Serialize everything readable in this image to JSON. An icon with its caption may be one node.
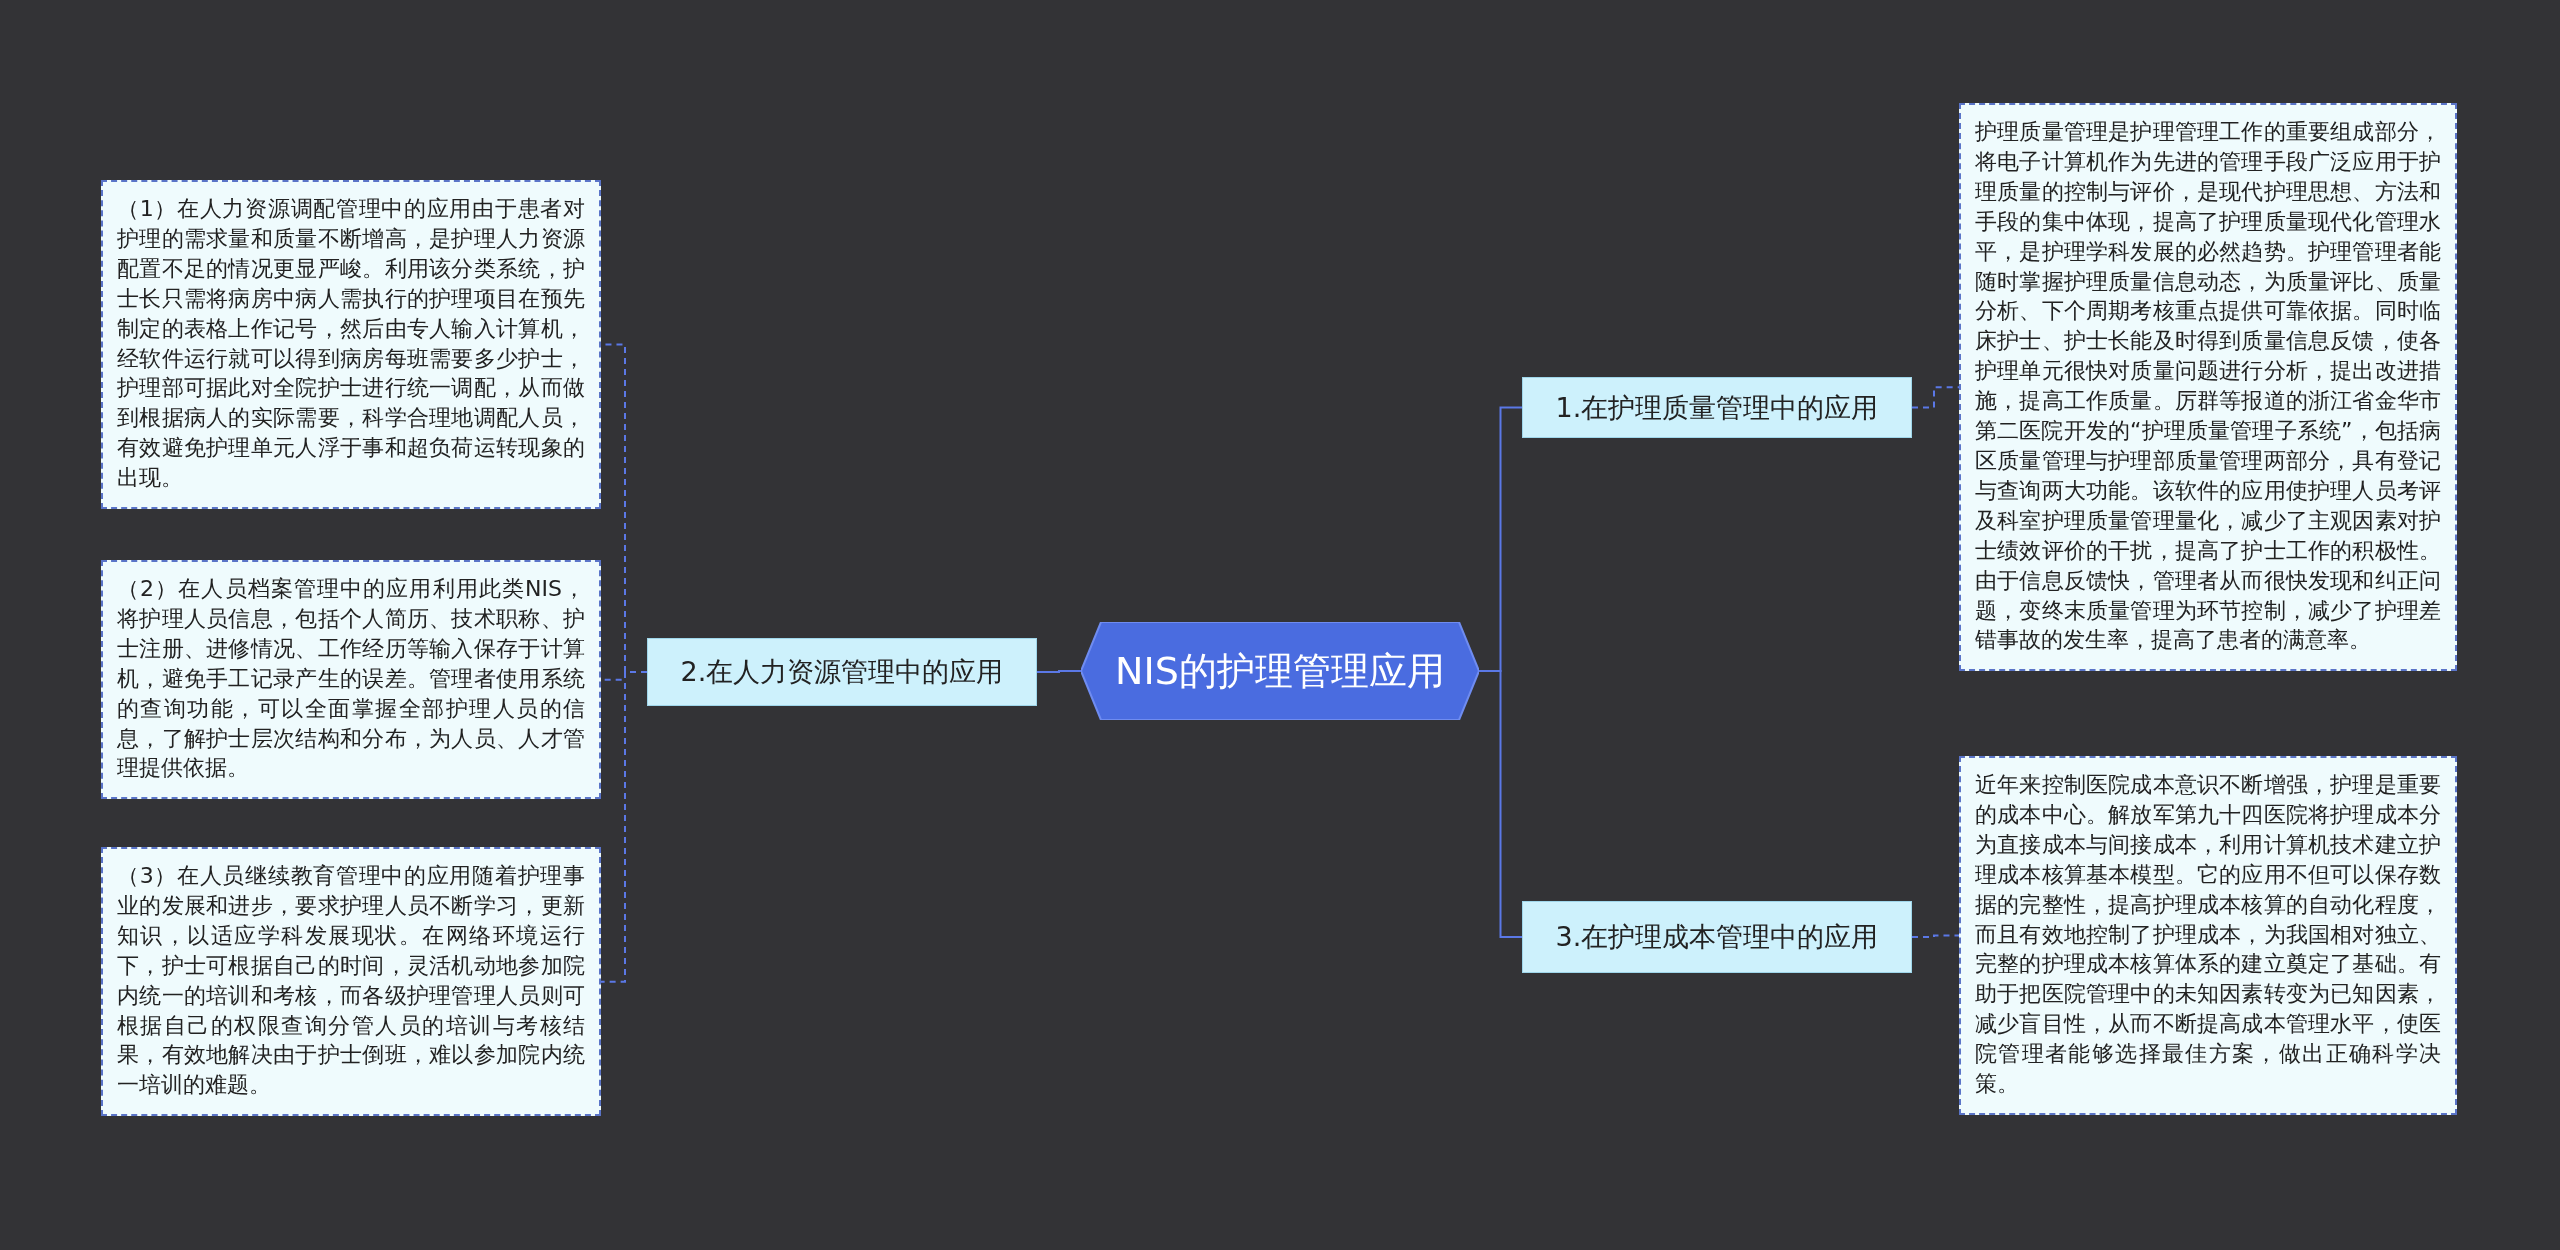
{
  "diagram": {
    "nodes": [
      {
        "text": [
          "NIS的护理管理应用"
        ]
      },
      {
        "text": [
          "1.在护理质量管理中的应用"
        ]
      },
      {
        "text": [
          "护理质量管理是护理管理工作的重要组成部分，将电子计算机作为先进的管理手段广泛应用于护理质量的控制与评价，是现代护理思想、方法和手段的集中体现，提高了护理质量现代化管理水平，是护理学科发展的必然趋势。护理管理者能随时掌握护理质量信息动态，为质量评比、质量分析、下个周期考核重点提供可靠依据。同时临床护士、护士长能及时得到质量信息反馈，使各护理单元很快对质量问题进行分析，提出改进措施，提高工作质量。厉群等报道的浙江省金华市第二医院开发的“护理质量管理子系统”，包括病区质量管理与护理部质量管理两部分，具有登记与查询两大功能。该软件的应用使护理人员考评及科室护理质量管理量化，减少了主观因素对护士绩效评价的干扰，提高了护士工作的积极性。由于信息反馈快，管理者从而很快发现和纠正问题，变终末质量管理为环节控制，减少了护理差错事故的发生率，提高了患者的满意率。"
        ]
      },
      {
        "text": [
          "2.在人力资源管理中的应用"
        ]
      },
      {
        "text": [
          "（1）在人力资源调配管理中的应用由于患者对护理的需求量和质量不断增高，是护理人力资源配置不足的情况更显严峻。利用该分类系统，护士长只需将病房中病人需执行的护理项目在预先制定的表格上作记号，然后由专人输入计算机，经软件运行就可以得到病房每班需要多少护士，护理部可据此对全院护士进行统一调配，从而做到根据病人的实际需要，科学合理地调配人员，有效避免护理单元人浮于事和超负荷运转现象的出现。"
        ]
      },
      {
        "text": [
          "（2）在人员档案管理中的应用利用此类NIS，将护理人员信息，包括个人简历、技术职称、护士注册、进修情况、工作经历等输入保存于计算机，避免手工记录产生的误差。管理者使用系统的查询功能，可以全面掌握全部护理人员的信息，了解护士层次结构和分布，为人员、人才管理提供依据。"
        ]
      },
      {
        "text": [
          "（3）在人员继续教育管理中的应用随着护理事业的发展和进步，要求护理人员不断学习，更新知识，以适应学科发展现状。在网络环境运行下，护士可根据自己的时间，灵活机动地参加院内统一的培训和考核，而各级护理管理人员则可根据自己的权限查询分管人员的培训与考核结果，有效地解决由于护士倒班，难以参加院内统一培训的难题。"
        ]
      },
      {
        "text": [
          "3.在护理成本管理中的应用"
        ]
      },
      {
        "text": [
          "近年来控制医院成本意识不断增强，护理是重要的成本中心。解放军第九十四医院将护理成本分为直接成本与间接成本，利用计算机技术建立护理成本核算基本模型。它的应用不但可以保存数据的完整性，提高护理成本核算的自动化程度，而且有效地控制了护理成本，为我国相对独立、完整的护理成本核算体系的建立奠定了基础。有助于把医院管理中的未知因素转变为已知因素，减少盲目性，从而不断提高成本管理水平，使医院管理者能够选择最佳方案，做出正确科学决策。"
        ]
      }
    ],
    "edges": [
      {
        "from": 0,
        "to": 1,
        "arrow": "none"
      },
      {
        "from": 1,
        "to": 2,
        "arrow": "none",
        "style": "dashed"
      },
      {
        "from": 0,
        "to": 3,
        "arrow": "none"
      },
      {
        "from": 3,
        "to": 4,
        "arrow": "none",
        "style": "dashed"
      },
      {
        "from": 3,
        "to": 5,
        "arrow": "none",
        "style": "dashed"
      },
      {
        "from": 3,
        "to": 6,
        "arrow": "none",
        "style": "dashed"
      },
      {
        "from": 0,
        "to": 7,
        "arrow": "none"
      },
      {
        "from": 7,
        "to": 8,
        "arrow": "none",
        "style": "dashed"
      }
    ]
  }
}
